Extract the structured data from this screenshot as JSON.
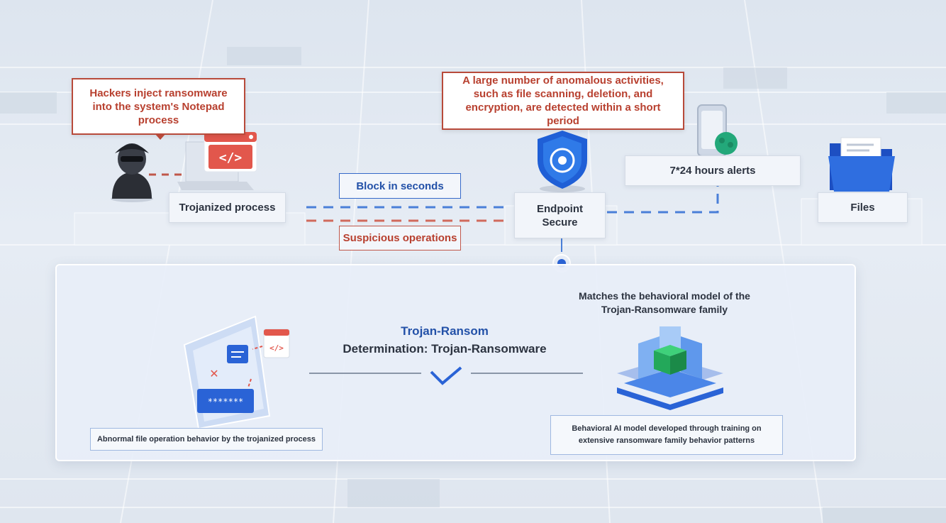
{
  "callouts": {
    "inject": "Hackers inject ransomware into the system's Notepad process",
    "anomalous": "A large number of anomalous activities, such as file scanning, deletion, and encryption, are detected within a short period"
  },
  "nodes": {
    "trojanized_process": "Trojanized process",
    "endpoint_secure": "Endpoint Secure",
    "alerts": "7*24 hours alerts",
    "files": "Files"
  },
  "flows": {
    "block": "Block in seconds",
    "suspicious": "Suspicious operations"
  },
  "panel": {
    "title": "Trojan-Ransom",
    "determination": "Determination: Trojan-Ransomware",
    "matches": "Matches the behavioral model of the Trojan-Ransomware family",
    "abnormal": "Abnormal file operation behavior by the trojanized process",
    "ai_model": "Behavioral AI model developed through training on extensive ransomware family behavior patterns"
  },
  "colors": {
    "accent_blue": "#2a63d6",
    "alert_red": "#b8402f",
    "shield_blue": "#1f5fd6",
    "cube_green": "#23a85a"
  },
  "icons": [
    "hacker-icon",
    "laptop-code-icon",
    "shield-icon",
    "phone-icon",
    "folder-icon",
    "document-icon",
    "check-icon",
    "ai-cube-icon"
  ]
}
